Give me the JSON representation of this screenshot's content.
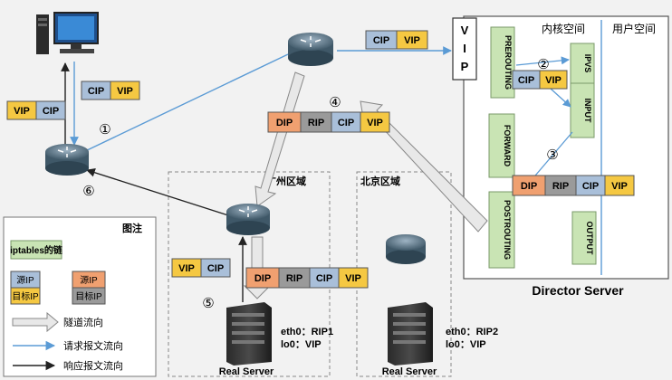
{
  "colors": {
    "vip": "#f5c842",
    "cip": "#a9bfd9",
    "dip": "#f0a070",
    "rip": "#9a9a9a",
    "chain": "#c9e4b4",
    "request_line": "#5b9bd5",
    "response_line": "#222222",
    "tunnel_fill": "#e8e8e8",
    "tunnel_stroke": "#888888"
  },
  "labels": {
    "vip": "VIP",
    "cip": "CIP",
    "dip": "DIP",
    "rip": "RIP",
    "vip_vertical": [
      "V",
      "I",
      "P"
    ]
  },
  "steps": {
    "s1": "①",
    "s2": "②",
    "s3": "③",
    "s4": "④",
    "s5": "⑤",
    "s6": "⑥"
  },
  "director": {
    "kernel_space": "内核空间",
    "user_space": "用户空间",
    "title": "Director Server",
    "chains": {
      "prerouting": "PREROUTING",
      "ipvs": "IPVS",
      "input": "INPUT",
      "forward": "FORWARD",
      "postrouting": "POSTROUTING",
      "output": "OUTPUT"
    }
  },
  "regions": {
    "guangzhou": "广州区域",
    "beijing": "北京区域"
  },
  "servers": {
    "rs1": {
      "eth": "eth0：RIP1",
      "lo": "lo0：VIP",
      "name": "Real Server"
    },
    "rs2": {
      "eth": "eth0：RIP2",
      "lo": "lo0：VIP",
      "name": "Real Server"
    }
  },
  "legend": {
    "title": "图注",
    "chain": "iptables的链",
    "src_ip": "源IP",
    "dst_ip": "目标IP",
    "tunnel": "隧道流向",
    "request": "请求报文流向",
    "response": "响应报文流向"
  }
}
